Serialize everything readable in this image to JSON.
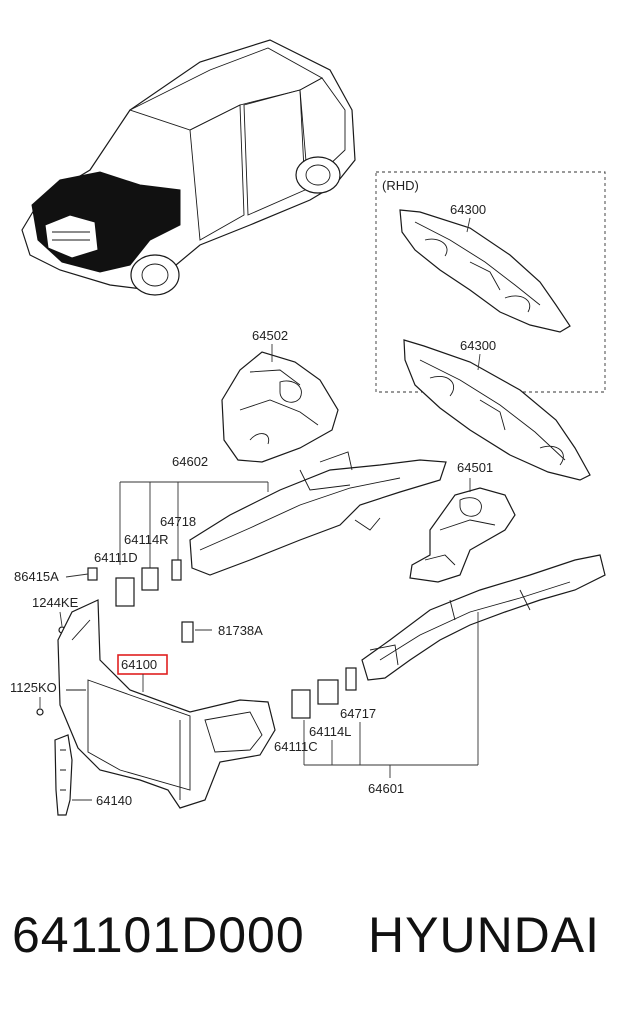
{
  "diagram": {
    "region_label": "(RHD)",
    "highlight_color": "#e02020",
    "callouts": {
      "c64300a": "64300",
      "c64300b": "64300",
      "c64502": "64502",
      "c64602": "64602",
      "c64501": "64501",
      "c64718": "64718",
      "c64114R": "64114R",
      "c64111D": "64111D",
      "c86415A": "86415A",
      "c1244KE": "1244KE",
      "c81738A": "81738A",
      "c64100": "64100",
      "c1125KO": "1125KO",
      "c64717": "64717",
      "c64114L": "64114L",
      "c64111C": "64111C",
      "c64601": "64601",
      "c64140": "64140"
    }
  },
  "footer": {
    "part_number": "641101D000",
    "brand": "HYUNDAI"
  }
}
